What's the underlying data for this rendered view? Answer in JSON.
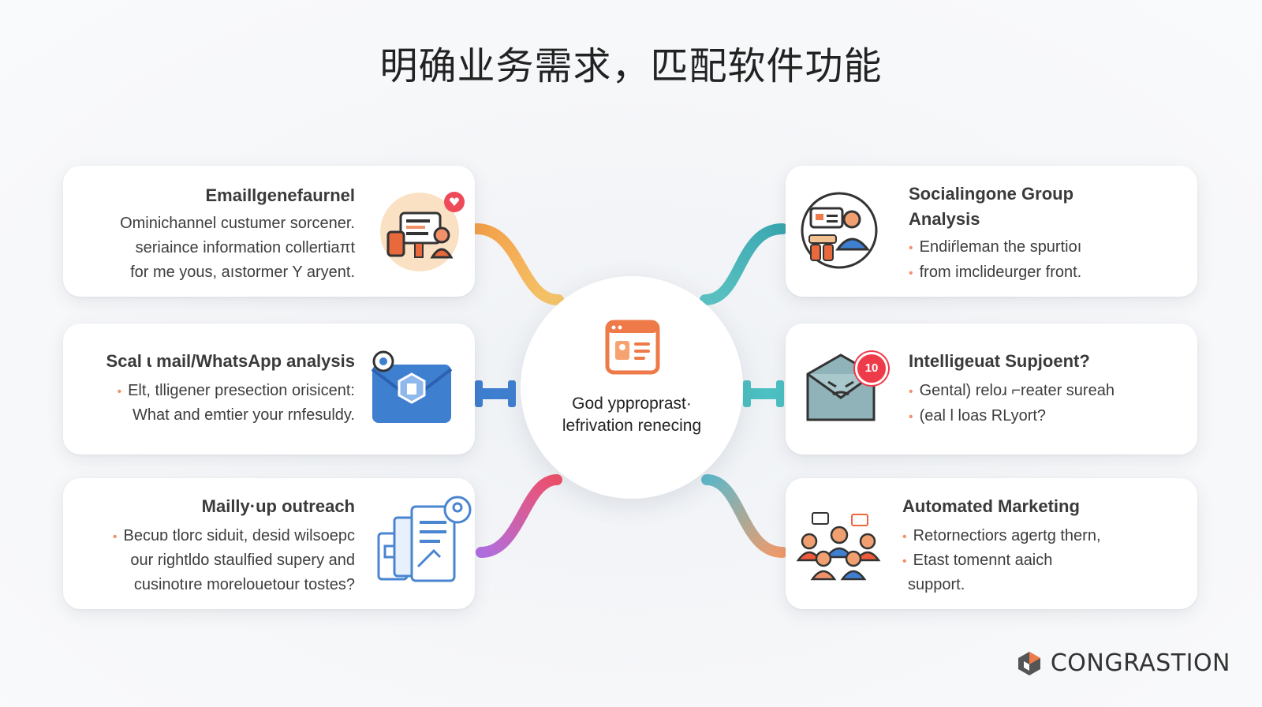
{
  "title": "明确业务需求，匹配软件功能",
  "hub": {
    "lines": [
      "God ypproprast·",
      "lefrivation renecing"
    ],
    "icon": "profile-card-icon"
  },
  "cards": {
    "email": {
      "title": "Emaillgenefaurnel",
      "lines": [
        "Ominichannel custumer sorcener.",
        "seriaince information collertiaπt",
        "for me yous, aıstormer Y aryent."
      ],
      "icon": "customer-service-desk-icon"
    },
    "scal": {
      "title": "Scal ɩ mail/WhatsApp analysis",
      "lines": [
        "Elt, tlligener presection orisicent:",
        "What and emtier your rnfesuldy."
      ],
      "icon": "envelope-analysis-icon"
    },
    "mailly": {
      "title": "Mailly·up outreach",
      "lines": [
        "Becuɒ tlorc siduit, desid wilsoepc",
        "our rightldo staulfied supery and",
        "cusinotıre morelouetour tostes?"
      ],
      "icon": "documents-icon"
    },
    "social": {
      "title": [
        "Socialingone Group",
        "Analysis"
      ],
      "lines": [
        "Endiŕleman the spurtioı",
        "from imclideurger front."
      ],
      "icon": "social-group-icon"
    },
    "intel": {
      "title": "Intelligeuat Supjoent?",
      "lines": [
        "Gental) reloɹ ⌐reater sureah",
        "(eal l loas RLyort?"
      ],
      "badge": "10",
      "icon": "envelope-notification-icon"
    },
    "auto": {
      "title": "Automated Marketing",
      "lines": [
        "Retornectiors agertg thern,",
        "Etast tomennt aaich",
        "support."
      ],
      "icon": "people-group-icon"
    }
  },
  "brand": {
    "name": "CONGRASTION",
    "icon": "brand-logo-icon"
  },
  "colors": {
    "orange": "#f0916a",
    "teal": "#3fb3b8",
    "blue": "#3f7fd0",
    "purple": "#b26ad8",
    "red": "#ee5a6a"
  }
}
